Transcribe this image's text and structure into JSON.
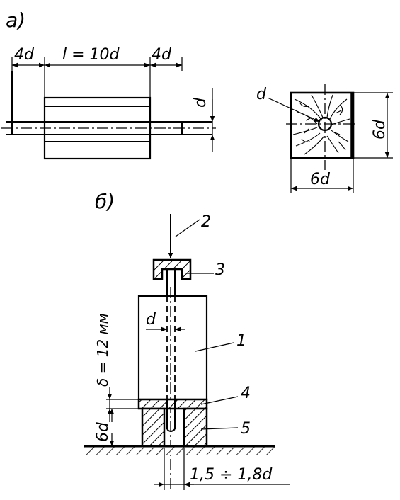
{
  "part_a": {
    "label": "a)",
    "dim_left": "4d",
    "dim_length": "l = 10d",
    "dim_right": "4d",
    "dim_diameter": "d",
    "dim_side_d": "d",
    "dim_side_height": "6d",
    "dim_side_width": "6d"
  },
  "part_b": {
    "label": "б)",
    "callout_2": "2",
    "callout_3": "3",
    "callout_1": "1",
    "callout_4": "4",
    "callout_5": "5",
    "dim_pin_d": "d",
    "dim_thickness": "δ = 12 мм",
    "dim_support_height": "6d",
    "dim_gap": "1,5 ÷ 1,8d"
  }
}
